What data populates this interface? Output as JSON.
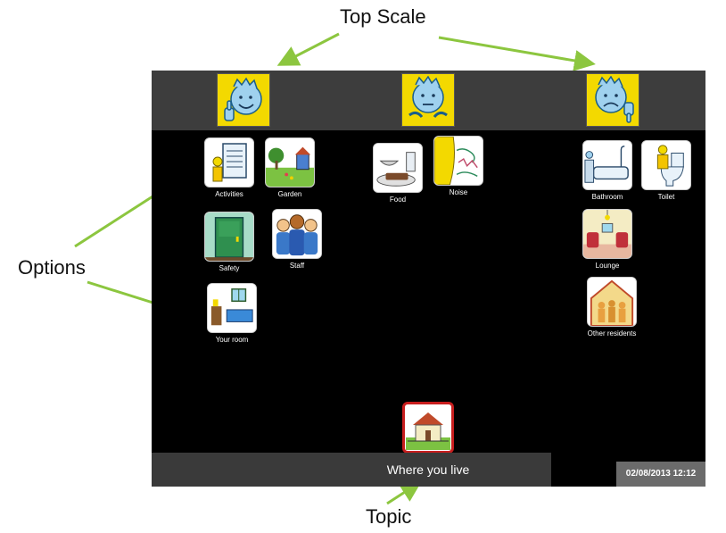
{
  "annotations": {
    "top_scale": "Top Scale",
    "options": "Options",
    "topic": "Topic"
  },
  "scale": [
    {
      "icon": "happy-face-thumbs-up-icon"
    },
    {
      "icon": "neutral-face-shrug-icon"
    },
    {
      "icon": "sad-face-thumbs-down-icon"
    }
  ],
  "options": {
    "positive": [
      {
        "label": "Activities",
        "icon": "activities-icon"
      },
      {
        "label": "Garden",
        "icon": "garden-icon"
      },
      {
        "label": "Safety",
        "icon": "safety-icon"
      },
      {
        "label": "Staff",
        "icon": "staff-icon"
      },
      {
        "label": "Your room",
        "icon": "your-room-icon"
      }
    ],
    "neutral": [
      {
        "label": "Food",
        "icon": "food-icon"
      },
      {
        "label": "Noise",
        "icon": "noise-icon"
      }
    ],
    "negative": [
      {
        "label": "Bathroom",
        "icon": "bathroom-icon"
      },
      {
        "label": "Toilet",
        "icon": "toilet-icon"
      },
      {
        "label": "Lounge",
        "icon": "lounge-icon"
      },
      {
        "label": "Other residents",
        "icon": "other-residents-icon"
      }
    ]
  },
  "topic": {
    "label": "Where you live",
    "icon": "house-icon"
  },
  "datetime": "02/08/2013 12:12",
  "colors": {
    "face_yellow": "#f3d900",
    "topic_border": "#c81e1e",
    "arrow_green": "#8cc63f",
    "bar_gray": "#3d3d3d"
  }
}
